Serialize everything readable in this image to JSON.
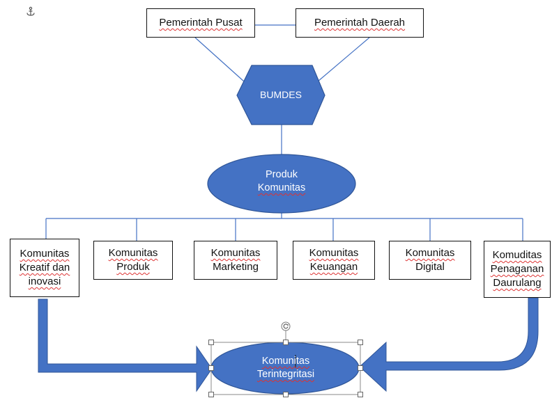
{
  "anchor_icon": "anchor-icon",
  "top_boxes": {
    "pusat": "Pemerintah Pusat",
    "daerah": "Pemerintah Daerah"
  },
  "bumdes": "BUMDES",
  "produk": {
    "line1": "Produk",
    "line2": "Komunitas"
  },
  "communities": [
    {
      "lines": [
        "Komunitas",
        "Kreatif dan",
        "inovasi"
      ]
    },
    {
      "lines": [
        "Komunitas",
        "Produk"
      ]
    },
    {
      "lines": [
        "Komunitas",
        "Marketing"
      ]
    },
    {
      "lines": [
        "Komunitas",
        "Keuangan"
      ]
    },
    {
      "lines": [
        "Komunitas",
        "Digital"
      ]
    },
    {
      "lines": [
        "Komuditas",
        "Penaganan",
        "Daurulang"
      ]
    }
  ],
  "integrated": {
    "line1": "Komunitas",
    "line2": "Terintegritasi"
  },
  "rotate_icon": "rotate-handle-icon",
  "colors": {
    "shape_fill": "#4472c4",
    "shape_stroke": "#2f5597",
    "line": "#4472c4"
  }
}
